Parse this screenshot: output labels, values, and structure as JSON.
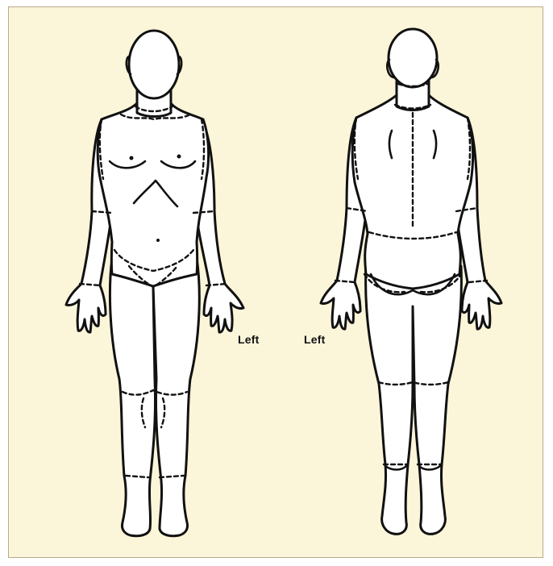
{
  "figure": {
    "background_color": "#fbf5d9",
    "line_color": "#111111",
    "views": [
      {
        "id": "front",
        "side_label": "Left"
      },
      {
        "id": "back",
        "side_label": "Left"
      }
    ]
  }
}
